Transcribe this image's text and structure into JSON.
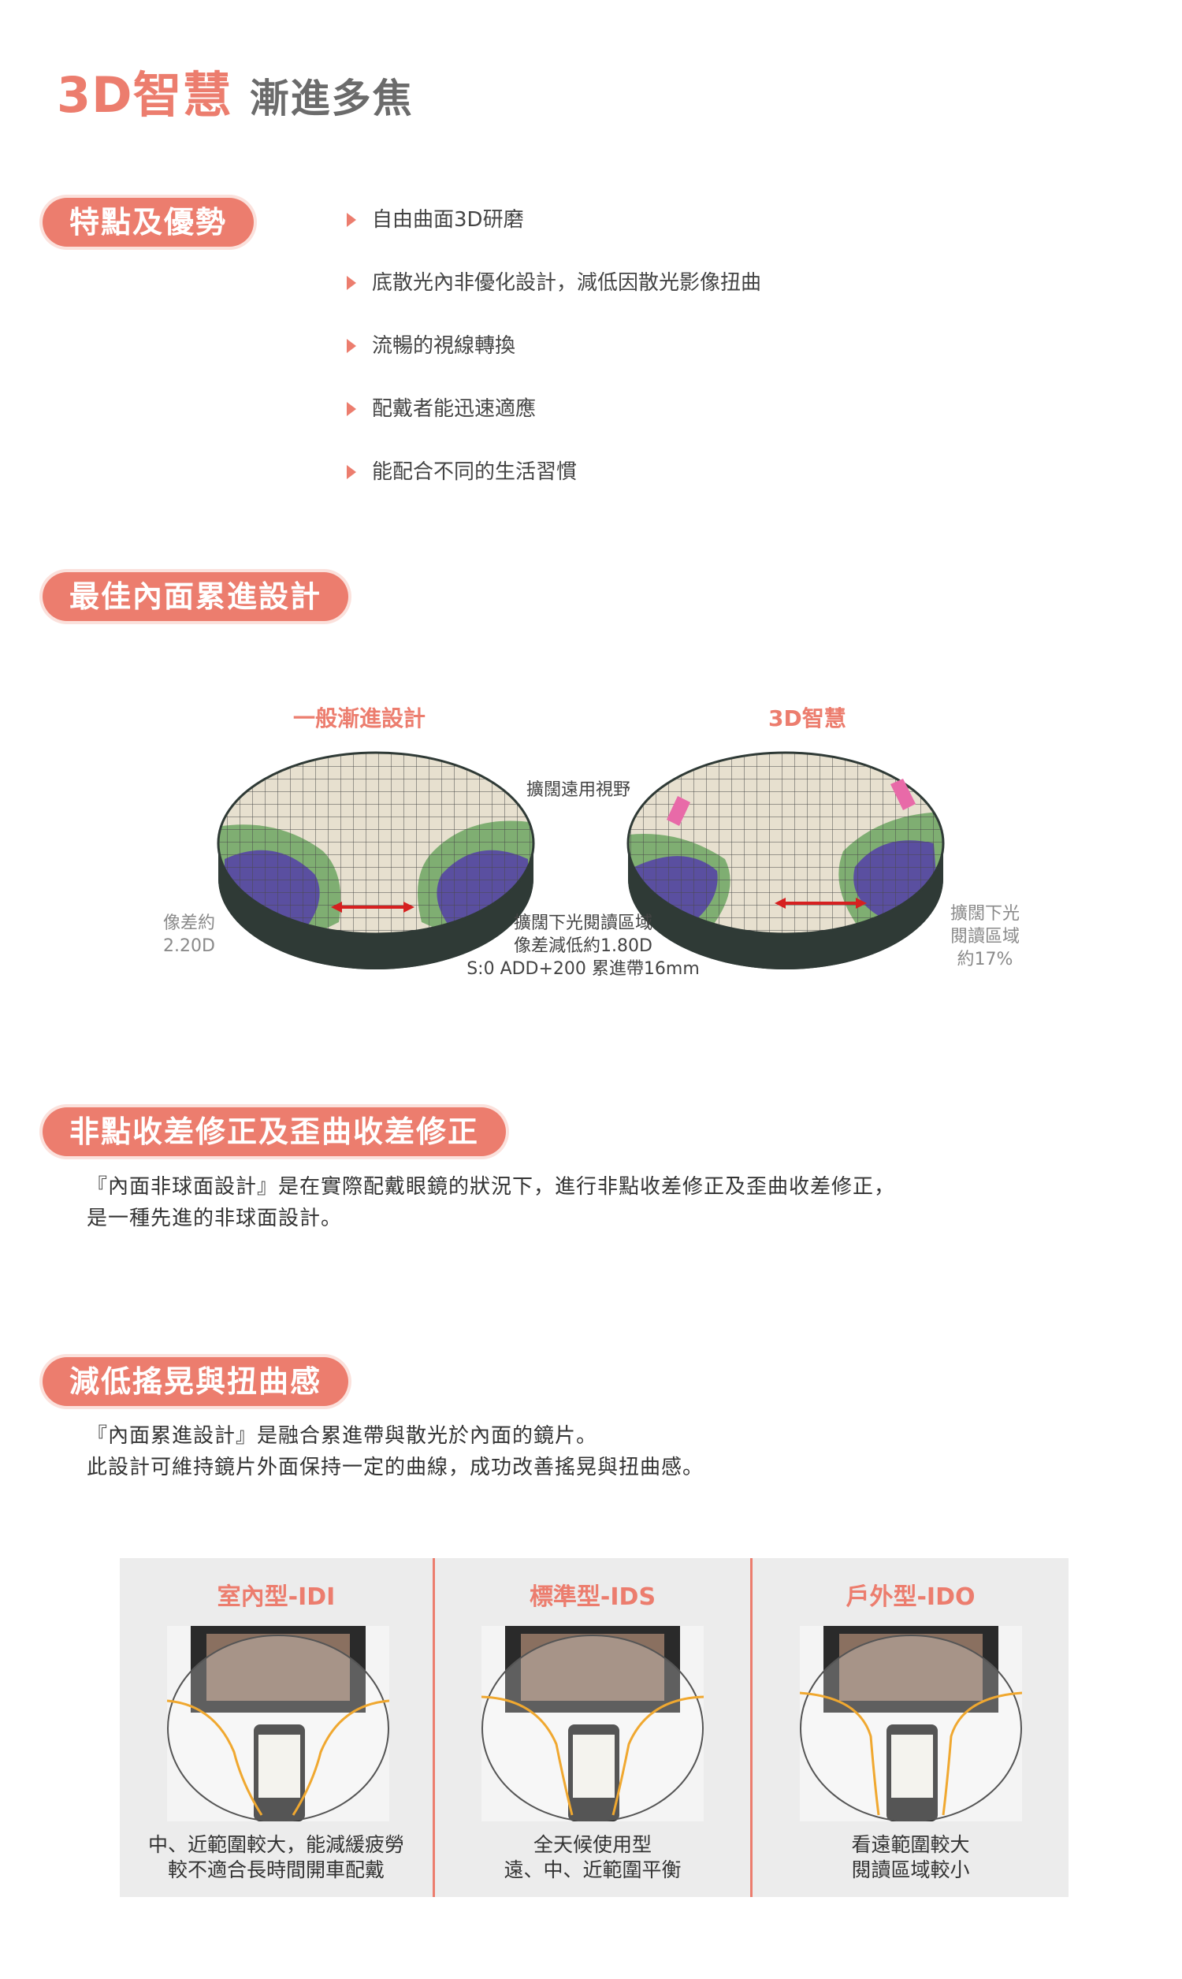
{
  "title": {
    "highlight": "3D智慧",
    "rest": "漸進多焦"
  },
  "features": {
    "heading": "特點及優勢",
    "items": [
      "自由曲面3D研磨",
      "底散光內非優化設計，減低因散光影像扭曲",
      "流暢的視線轉換",
      "配戴者能迅速適應",
      "能配合不同的生活習慣"
    ]
  },
  "design": {
    "heading": "最佳內面累進設計",
    "left_label": "一般漸進設計",
    "right_label": "3D智慧",
    "top_note": "擴闊遠用視野",
    "left_note": [
      "像差約",
      "2.20D"
    ],
    "center_note": [
      "擴闊下光閱讀區域",
      "像差減低約1.80D",
      "S:0 ADD+200 累進帶16mm"
    ],
    "right_note": [
      "擴闊下光",
      "閱讀區域",
      "約17%"
    ]
  },
  "aberration": {
    "heading": "非點收差修正及歪曲收差修正",
    "lines": [
      "『內面非球面設計』是在實際配戴眼鏡的狀況下，進行非點收差修正及歪曲收差修正，",
      "是一種先進的非球面設計。"
    ]
  },
  "sway": {
    "heading": "減低搖晃與扭曲感",
    "lines": [
      "『內面累進設計』是融合累進帶與散光於內面的鏡片。",
      "此設計可維持鏡片外面保持一定的曲線，成功改善搖晃與扭曲感。"
    ]
  },
  "types": [
    {
      "title": "室內型-IDI",
      "caption": [
        "中、近範圍較大，能減緩疲勞",
        "較不適合長時間開車配戴"
      ]
    },
    {
      "title": "標準型-IDS",
      "caption": [
        "全天候使用型",
        "遠、中、近範圍平衡"
      ]
    },
    {
      "title": "戶外型-IDO",
      "caption": [
        "看遠範圍較大",
        "閱讀區域較小"
      ]
    }
  ],
  "colors": {
    "accent": "#ec7d6e",
    "panel": "#ececec"
  }
}
